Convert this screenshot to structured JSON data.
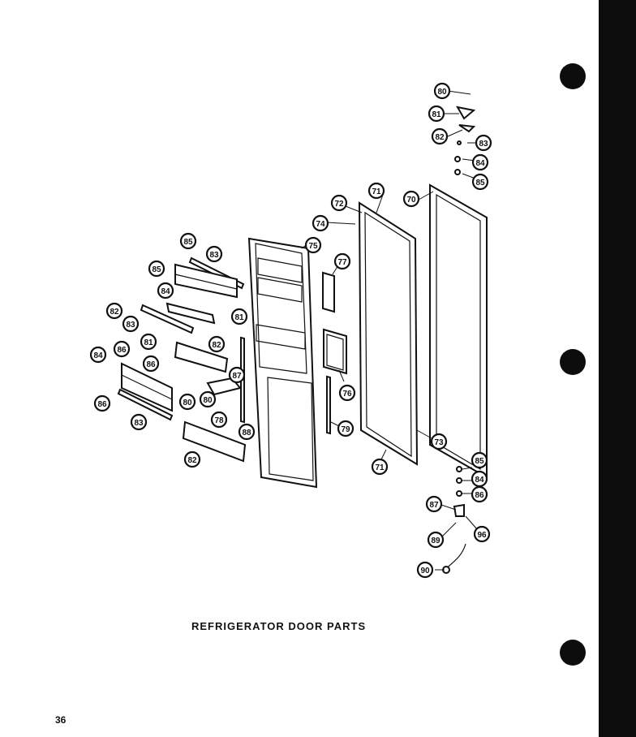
{
  "title": "REFRIGERATOR DOOR PARTS",
  "page_number": "36",
  "callouts": [
    {
      "id": "c80a",
      "label": "80"
    },
    {
      "id": "c81a",
      "label": "81"
    },
    {
      "id": "c82a",
      "label": "82"
    },
    {
      "id": "c83a",
      "label": "83"
    },
    {
      "id": "c84a",
      "label": "84"
    },
    {
      "id": "c85a",
      "label": "85"
    },
    {
      "id": "c71a",
      "label": "71"
    },
    {
      "id": "c72",
      "label": "72"
    },
    {
      "id": "c70",
      "label": "70"
    },
    {
      "id": "c74",
      "label": "74"
    },
    {
      "id": "c75",
      "label": "75"
    },
    {
      "id": "c77",
      "label": "77"
    },
    {
      "id": "c85b",
      "label": "85"
    },
    {
      "id": "c83b",
      "label": "83"
    },
    {
      "id": "c85c",
      "label": "85"
    },
    {
      "id": "c84b",
      "label": "84"
    },
    {
      "id": "c82b",
      "label": "82"
    },
    {
      "id": "c83c",
      "label": "83"
    },
    {
      "id": "c81b",
      "label": "81"
    },
    {
      "id": "c81c",
      "label": "81"
    },
    {
      "id": "c82c",
      "label": "82"
    },
    {
      "id": "c84c",
      "label": "84"
    },
    {
      "id": "c86a",
      "label": "86"
    },
    {
      "id": "c86b",
      "label": "86"
    },
    {
      "id": "c87",
      "label": "87"
    },
    {
      "id": "c76",
      "label": "76"
    },
    {
      "id": "c80b",
      "label": "80"
    },
    {
      "id": "c80c",
      "label": "80"
    },
    {
      "id": "c86c",
      "label": "86"
    },
    {
      "id": "c83d",
      "label": "83"
    },
    {
      "id": "c78",
      "label": "78"
    },
    {
      "id": "c88",
      "label": "88"
    },
    {
      "id": "c79",
      "label": "79"
    },
    {
      "id": "c73",
      "label": "73"
    },
    {
      "id": "c82d",
      "label": "82"
    },
    {
      "id": "c71b",
      "label": "71"
    },
    {
      "id": "c85d",
      "label": "85"
    },
    {
      "id": "c84d",
      "label": "84"
    },
    {
      "id": "c86d",
      "label": "86"
    },
    {
      "id": "c87b",
      "label": "87"
    },
    {
      "id": "c96",
      "label": "96"
    },
    {
      "id": "c89",
      "label": "89"
    },
    {
      "id": "c90",
      "label": "90"
    }
  ]
}
